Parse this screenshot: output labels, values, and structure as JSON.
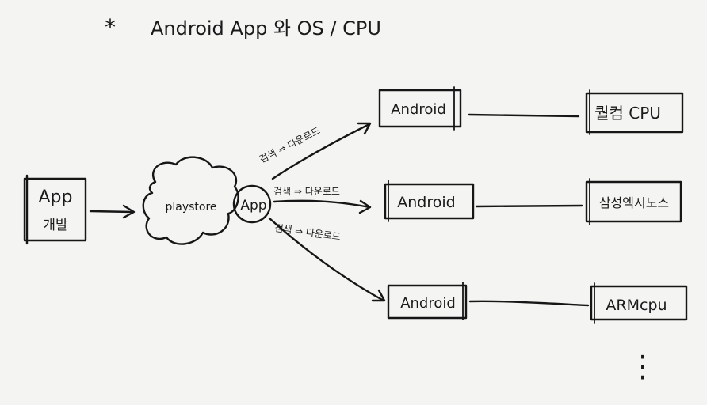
{
  "title": {
    "bullet": "*",
    "text": "Android App 와 OS / CPU"
  },
  "nodes": {
    "developer": {
      "line1": "App",
      "line2": "개발"
    },
    "playstore": {
      "label": "playstore"
    },
    "app": {
      "label": "App"
    },
    "android_top": {
      "label": "Android"
    },
    "android_mid": {
      "label": "Android"
    },
    "android_bottom": {
      "label": "Android"
    },
    "cpu_top": {
      "label": "퀄컴 CPU"
    },
    "cpu_mid": {
      "label": "삼성엑시노스"
    },
    "cpu_bottom": {
      "label": "ARMcpu"
    }
  },
  "edges": {
    "top_label": "검색 ⇒ 다운로드",
    "mid_label": "검색 ⇒ 다운로드",
    "bottom_label": "검색 ⇒ 다운로드"
  },
  "continuation": "⋮"
}
